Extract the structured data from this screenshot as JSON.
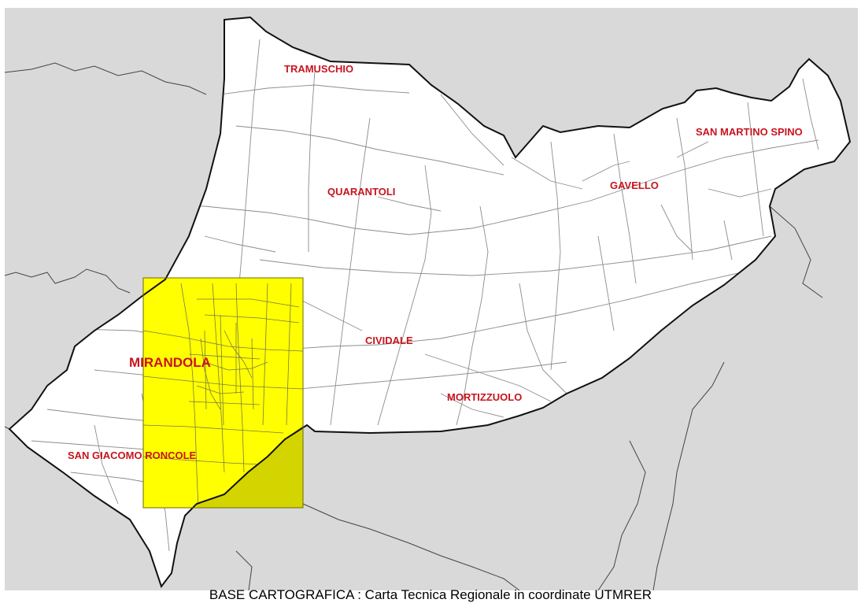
{
  "map": {
    "colors": {
      "outside": "#d9d9d9",
      "municipality": "#ffffff",
      "border": "#111111",
      "roads": "#8c8c8c",
      "neighbour_borders": "#444444",
      "highlight_fill": "#ffff00",
      "highlight_overlap": "#d4d400",
      "label": "#c8141e"
    },
    "places": {
      "tramuschio": "TRAMUSCHIO",
      "san_martino_spino": "SAN MARTINO SPINO",
      "gavello": "GAVELLO",
      "quarantoli": "QUARANTOLI",
      "cividale": "CIVIDALE",
      "mirandola": "MIRANDOLA",
      "mortizzuolo": "MORTIZZUOLO",
      "san_giacomo_roncole": "SAN GIACOMO RONCOLE"
    }
  },
  "caption": "BASE CARTOGRAFICA : Carta Tecnica Regionale in coordinate UTMRER"
}
